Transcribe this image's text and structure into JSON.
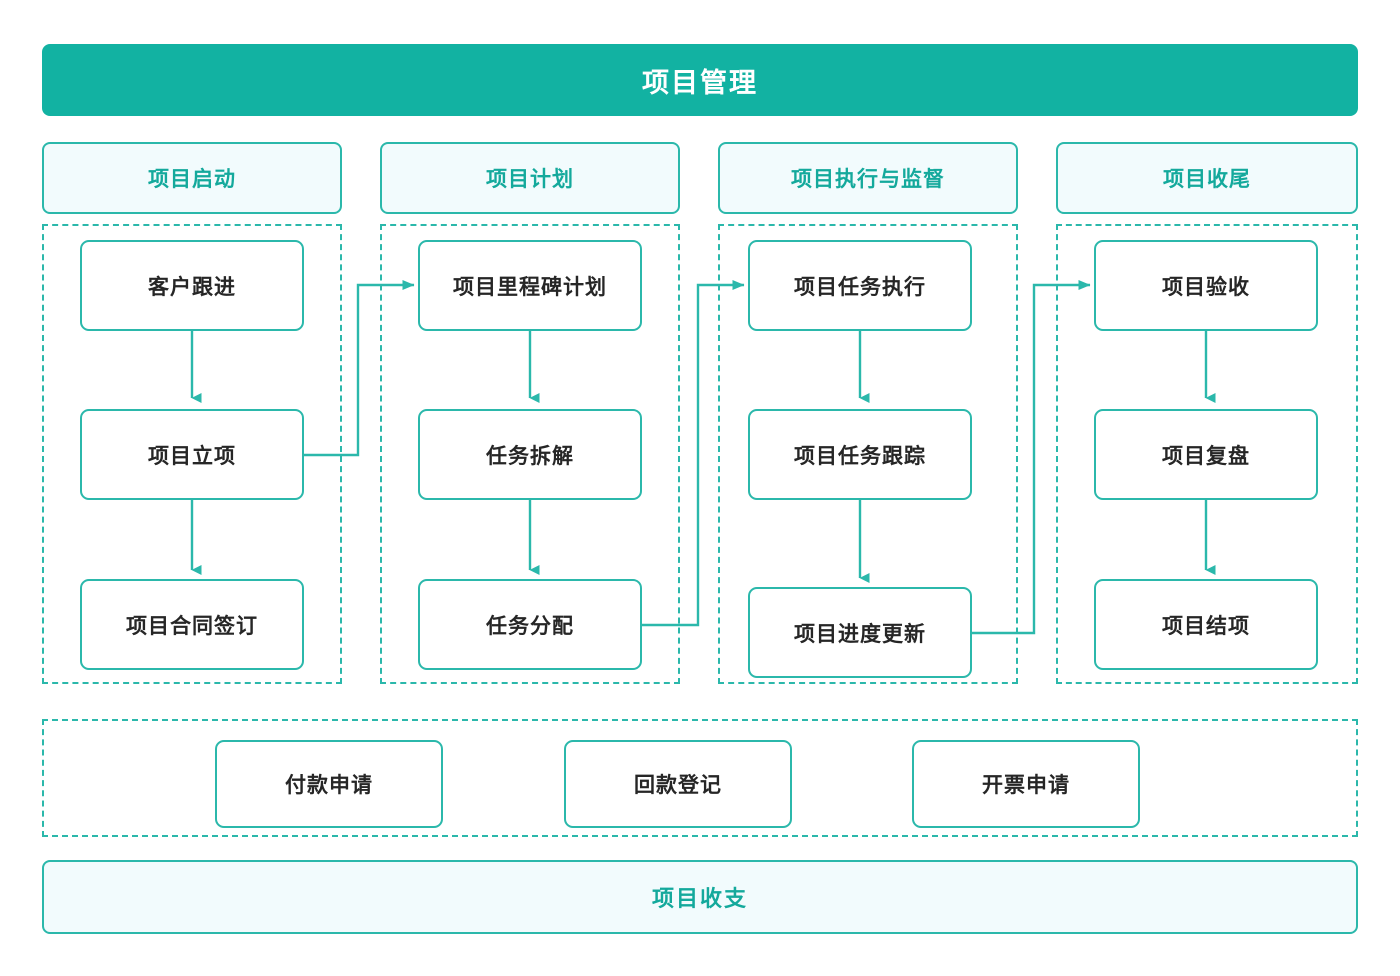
{
  "banner": {
    "title": "项目管理"
  },
  "phases": [
    {
      "id": "initiation",
      "header": "项目启动",
      "nodes": [
        "客户跟进",
        "项目立项",
        "项目合同签订"
      ]
    },
    {
      "id": "planning",
      "header": "项目计划",
      "nodes": [
        "项目里程碑计划",
        "任务拆解",
        "任务分配"
      ]
    },
    {
      "id": "execution",
      "header": "项目执行与监督",
      "nodes": [
        "项目任务执行",
        "项目任务跟踪",
        "项目进度更新"
      ]
    },
    {
      "id": "closing",
      "header": "项目收尾",
      "nodes": [
        "项目验收",
        "项目复盘",
        "项目结项"
      ]
    }
  ],
  "finance": {
    "nodes": [
      "付款申请",
      "回款登记",
      "开票申请"
    ]
  },
  "footer": {
    "label": "项目收支"
  },
  "colors": {
    "banner_fill": "#12b2a2",
    "banner_text": "#ffffff",
    "accent_border": "#2bb8ab",
    "pill_fill": "#f2fbfd",
    "pill_text": "#14a99c",
    "node_text": "#262626",
    "node_fill": "#ffffff",
    "page_background": "#ffffff"
  }
}
